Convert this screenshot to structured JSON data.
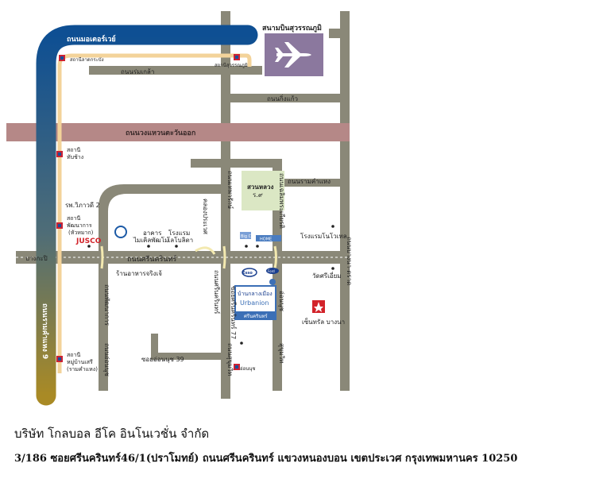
{
  "airport": {
    "name": "สนามบินสุวรรณภูมิ"
  },
  "roads": {
    "motorway": "ถนนมอเตอร์เวย์",
    "rom_klao": "ถนนร่มเกล้า",
    "king_kaeo": "ถนนกิ่งแก้ว",
    "ring_east": "ถนนวงแหวนตะวันออก",
    "srinakarin": "ถนนศรีนครินทร์",
    "bang_kapi": "บางกะปิ",
    "theparak_right": "ถนนเทพารักษ์",
    "bangna_trad": "ถนนบางนา-ตราด",
    "chaloem_phrakiat": "ถนนเฉลิมพระเกียรติ",
    "on_nut_left": "ถนนอ่อนนุช",
    "sukhumvit_left": "ถนนสุขุมวิท",
    "srinakarin_77": "ซอยศรีนครินทร์ 77",
    "on_nut_39": "ซอยอ่อนนุช 39",
    "pattanakan": "ถนนพัฒนาการ",
    "ramkhamhaeng_9": "ถนนรามคำแหง 9",
    "ramkhamhaeng_road": "ถนนรามคำแหง",
    "khlong_prawet": "คลองประเวศ",
    "srinakarin_side": "ถนนศรีนครินทร์",
    "sukhumvit_mid": "สุขุมวิท",
    "on_nut_mid": "อ่อนนุช",
    "srinakarin_tiny": "ซอยศรีนครินทร์ 77"
  },
  "stations": {
    "lat_krabang": "สถานีลาดกระบัง",
    "suvarnabhumi": "สถานีสุวรรณภูมิ",
    "thap_chang_1": "สถานี",
    "thap_chang_2": "ทับช้าง",
    "pattanakan_1": "สถานี",
    "pattanakan_2": "พัฒนาการ",
    "pattanakan_3": "(หัวหมาก)",
    "ramkhamhaeng_1": "สถานี",
    "ramkhamhaeng_2": "หมู่บ้านเสรี",
    "ramkhamhaeng_3": "(รามคำแหง)",
    "on_nut": "อ่อนนุช"
  },
  "landmarks": {
    "hospital": "รพ.วิภาวดี 2",
    "jusco": "JUSCO",
    "bank_1": "อาคาร",
    "bank_2": "ไมเคิลพัฒโม",
    "hotel_1": "โรงแรม",
    "hotel_2": "โลโบลิตา",
    "park_1": "สวนหลวง",
    "park_2": "ร.๙",
    "novotel": "โรงแรมโนโวเทล",
    "restaurant": "ร้านอาหารจริงเจ้",
    "temple": "วัดศรีเอี่ยม",
    "central": "เซ็นทรัล บางนา",
    "project_1": "บ้านกลางเมือง",
    "project_2": "Urbanion",
    "project_3": "ศรีนครินทร์",
    "esso": "Esso",
    "ford": "Ford",
    "makro": "Big C",
    "home": "HOME"
  },
  "footer": {
    "company": "บริษัท โกลบอล อีโค อินโนเวชั่น จำกัด",
    "address": "3/186 ซอยศรีนครินทร์46/1(ปราโมทย์) ถนนศรีนครินทร์ แขวงหนองบอน เขตประเวศ กรุงเทพมหานคร 10250"
  },
  "colors": {
    "road": "#8a8878",
    "motorway_top": "#0e4f93",
    "motorway_bottom": "#a98a25",
    "ring_road": "#b58887",
    "rail": "#f3d39a",
    "airport": "#8b789e",
    "park": "#dbe7c4",
    "project": "#3b6fb6"
  }
}
